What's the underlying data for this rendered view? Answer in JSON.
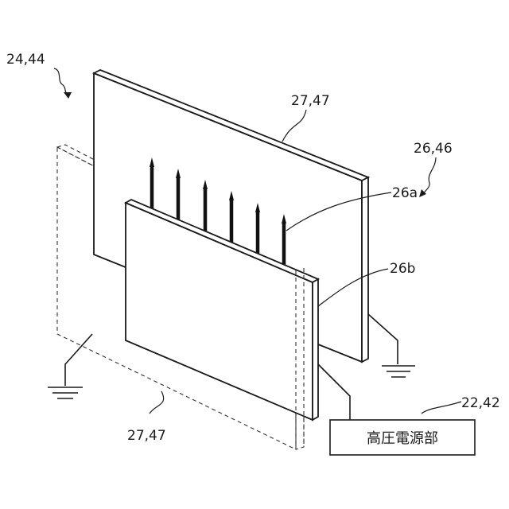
{
  "labels": {
    "assembly_ref": "24,44",
    "back_plate_ref": "27,47",
    "electrode_ref": "26,46",
    "needle_ref": "26a",
    "front_plate_ref": "26b",
    "dashed_plate_ref": "27,47",
    "power_ref": "22,42"
  },
  "power_supply": {
    "label": "高圧電源部"
  },
  "needles": {
    "count": 6
  }
}
